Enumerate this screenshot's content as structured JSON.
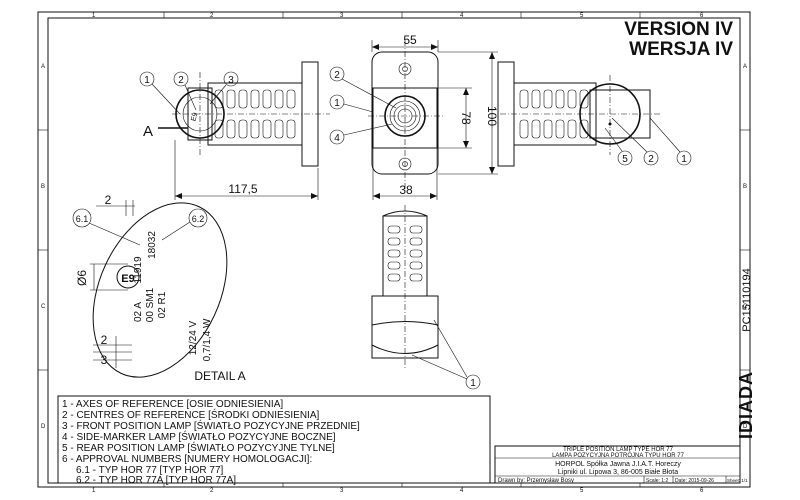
{
  "version": {
    "line1": "VERSION IV",
    "line2": "WERSJA IV"
  },
  "grid": {
    "cols": [
      "1",
      "2",
      "3",
      "4",
      "5",
      "6"
    ],
    "rows": [
      "A",
      "B",
      "C",
      "D"
    ]
  },
  "dimensions": {
    "width_top": "55",
    "height_mid": "78",
    "height_outer": "100",
    "width_bottom": "38",
    "length": "117,5",
    "detail_top": "2",
    "detail_diameter": "Ø6",
    "detail_left": "2",
    "detail_bottom": "3"
  },
  "callouts": {
    "c1": "1",
    "c2": "2",
    "c3": "3",
    "c4": "4",
    "c5": "5",
    "c61": "6.1",
    "c62": "6.2",
    "section_marker": "A"
  },
  "stamp": {
    "e_code": "E9",
    "line1": "11919",
    "line2": "18032",
    "line3": "02 A",
    "line4": "00 SM1",
    "line5": "02 R1",
    "line6": "12/24 V",
    "line7": "0,7/1,4 W"
  },
  "detail_label": "DETAIL A",
  "legend": [
    "1 - AXES OF REFERENCE [OSIE ODNIESIENIA]",
    "2 - CENTRES OF REFERENCE [ŚRODKI ODNIESIENIA]",
    "3 - FRONT POSITION LAMP [ŚWIATŁO POZYCYJNE PRZEDNIE]",
    "4 - SIDE-MARKER LAMP [ŚWIATŁO POZYCYJNE BOCZNE]",
    "5 - REAR POSITION LAMP [ŚWIATŁO POZYCYJNE TYLNE]",
    "6 - APPROVAL NUMBERS [NUMERY HOMOLOGACJI]:",
    "6.1 - TYP HOR 77 [TYP HOR 77]",
    "6.2 - TYP HOR 77A [TYP HOR 77A]"
  ],
  "side_code": "PC15110194",
  "brand": "IDIADA",
  "title_block": {
    "title1": "TRIPLE POSITION LAMP TYPE HOR 77",
    "title2": "LAMPA POZYCYJNA POTRÓJNA TYPU HOR 77",
    "company1": "HORPOL Spółka Jawna   J.I.A.T. Horeczy",
    "company2": "Lipniki ul. Lipowa 3, 86-005 Białe Błota",
    "drawn": "Drawn by: Przemysław Bosy",
    "scale": "Scale: 1:2",
    "date": "Date: 2015-09-26",
    "sheet": "Sheet: 1/1"
  }
}
